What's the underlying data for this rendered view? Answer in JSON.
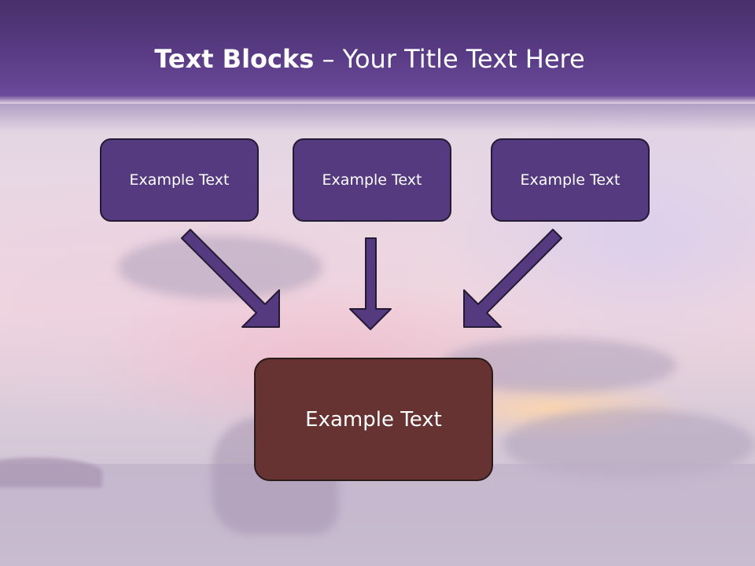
{
  "slide": {
    "title_bold": "Text Blocks",
    "title_separator": " – ",
    "title_rest": "Your Title Text Here",
    "blocks": [
      {
        "label": "Example Text"
      },
      {
        "label": "Example Text"
      },
      {
        "label": "Example Text"
      }
    ],
    "target": {
      "label": "Example Text"
    }
  },
  "colors": {
    "header": "#5a3c86",
    "block_fill": "#553a80",
    "block_border": "#241a34",
    "target_fill": "#663232",
    "arrow_fill": "#553a80"
  }
}
